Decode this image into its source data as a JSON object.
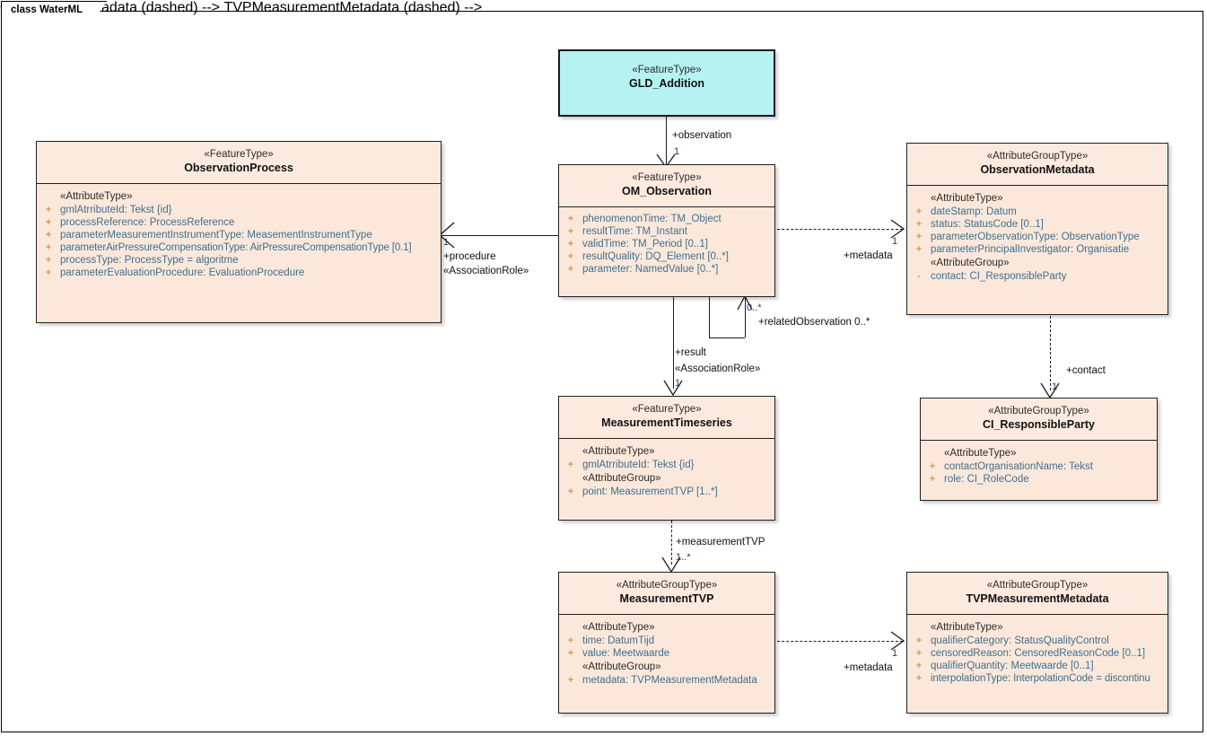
{
  "diagram": {
    "frame_label": "class WaterML"
  },
  "classes": {
    "gld_addition": {
      "stereotype": "«FeatureType»",
      "name": "GLD_Addition",
      "color": "#b6f2f2",
      "groups": []
    },
    "observation_process": {
      "stereotype": "«FeatureType»",
      "name": "ObservationProcess",
      "color": "#fbe8da",
      "groups": [
        {
          "label": "«AttributeType»",
          "attributes": [
            {
              "vis": "+",
              "text": "gmlAtrributeId: Tekst {id}"
            },
            {
              "vis": "+",
              "text": "processReference: ProcessReference"
            },
            {
              "vis": "+",
              "text": "parameterMeasurementInstrumentType: MeasementInstrumentType"
            },
            {
              "vis": "+",
              "text": "parameterAirPressureCompensationType: AirPressureCompensationType [0.1]"
            },
            {
              "vis": "+",
              "text": "processType: ProcessType = algoritme"
            },
            {
              "vis": "+",
              "text": "parameterEvaluationProcedure: EvaluationProcedure"
            }
          ]
        }
      ]
    },
    "om_observation": {
      "stereotype": "«FeatureType»",
      "name": "OM_Observation",
      "color": "#fbe8da",
      "groups": [
        {
          "label": "",
          "attributes": [
            {
              "vis": "+",
              "text": "phenomenonTime: TM_Object"
            },
            {
              "vis": "+",
              "text": "resultTime: TM_Instant"
            },
            {
              "vis": "+",
              "text": "validTime: TM_Period [0..1]"
            },
            {
              "vis": "+",
              "text": "resultQuality: DQ_Element [0..*]"
            },
            {
              "vis": "+",
              "text": "parameter: NamedValue [0..*]"
            }
          ]
        }
      ]
    },
    "observation_metadata": {
      "stereotype": "«AttributeGroupType»",
      "name": "ObservationMetadata",
      "color": "#fbe8da",
      "groups": [
        {
          "label": "«AttributeType»",
          "attributes": [
            {
              "vis": "+",
              "text": "dateStamp: Datum"
            },
            {
              "vis": "+",
              "text": "status: StatusCode [0..1]"
            },
            {
              "vis": "+",
              "text": "parameterObservationType: ObservationType"
            },
            {
              "vis": "+",
              "text": "parameterPrincipalInvestigator: Organisatie"
            }
          ]
        },
        {
          "label": "«AttributeGroup»",
          "attributes": [
            {
              "vis": "-",
              "text": "contact: CI_ResponsibleParty"
            }
          ]
        }
      ]
    },
    "measurement_timeseries": {
      "stereotype": "«FeatureType»",
      "name": "MeasurementTimeseries",
      "color": "#fbe8da",
      "groups": [
        {
          "label": "«AttributeType»",
          "attributes": [
            {
              "vis": "+",
              "text": "gmlAtrributeId: Tekst {id}"
            }
          ]
        },
        {
          "label": "«AttributeGroup»",
          "attributes": [
            {
              "vis": "+",
              "text": "point: MeasurementTVP [1..*]"
            }
          ]
        }
      ]
    },
    "ci_responsibleparty": {
      "stereotype": "«AttributeGroupType»",
      "name": "CI_ResponsibleParty",
      "color": "#fbe8da",
      "groups": [
        {
          "label": "«AttributeType»",
          "attributes": [
            {
              "vis": "+",
              "text": "contactOrganisationName: Tekst"
            },
            {
              "vis": "+",
              "text": "role: CI_RoleCode"
            }
          ]
        }
      ]
    },
    "measurement_tvp": {
      "stereotype": "«AttributeGroupType»",
      "name": "MeasurementTVP",
      "color": "#fbe8da",
      "groups": [
        {
          "label": "«AttributeType»",
          "attributes": [
            {
              "vis": "+",
              "text": "time: DatumTijd"
            },
            {
              "vis": "+",
              "text": "value: Meetwaarde"
            }
          ]
        },
        {
          "label": "«AttributeGroup»",
          "attributes": [
            {
              "vis": "+",
              "text": "metadata: TVPMeasurementMetadata"
            }
          ]
        }
      ]
    },
    "tvp_measurement_metadata": {
      "stereotype": "«AttributeGroupType»",
      "name": "TVPMeasurementMetadata",
      "color": "#fbe8da",
      "groups": [
        {
          "label": "«AttributeType»",
          "attributes": [
            {
              "vis": "+",
              "text": "qualifierCategory: StatusQualityControl"
            },
            {
              "vis": "+",
              "text": "censoredReason: CensoredReasonCode [0..1]"
            },
            {
              "vis": "+",
              "text": "qualifierQuantity: Meetwaarde [0..1]"
            },
            {
              "vis": "+",
              "text": "interpolationType: InterpolationCode = discontinu"
            }
          ]
        }
      ]
    }
  },
  "connectors": {
    "observation": {
      "role": "+observation",
      "mult": "1"
    },
    "procedure": {
      "role": "+procedure",
      "stereotype": "«AssociationRole»",
      "mult": "1"
    },
    "metadata_top": {
      "role": "+metadata",
      "mult": "1"
    },
    "related_observation": {
      "role": "+relatedObservation 0..*",
      "mult": "0..*"
    },
    "result": {
      "role": "+result",
      "stereotype": "«AssociationRole»",
      "mult": "1"
    },
    "contact": {
      "role": "+contact",
      "mult": "1"
    },
    "measurement_tvp": {
      "role": "+measurementTVP",
      "mult": "1..*"
    },
    "metadata_bottom": {
      "role": "+metadata",
      "mult": "1"
    }
  }
}
